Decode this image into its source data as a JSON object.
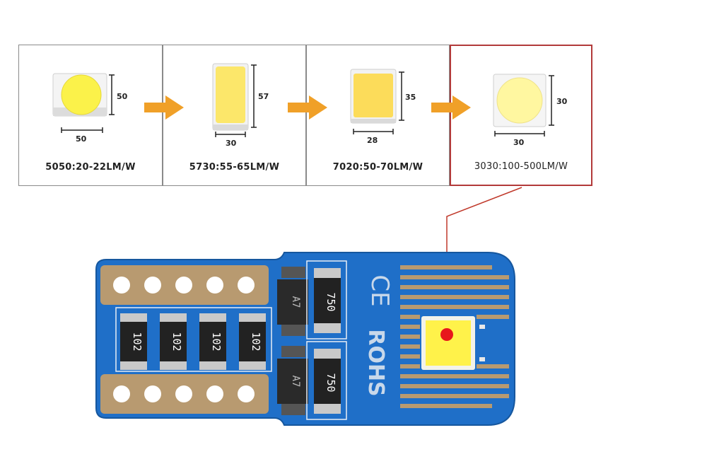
{
  "panels": [
    {
      "caption": "5050:20-22LM/W",
      "width_label": "50",
      "height_label": "50"
    },
    {
      "caption": "5730:55-65LM/W",
      "width_label": "30",
      "height_label": "57"
    },
    {
      "caption": "7020:50-70LM/W",
      "width_label": "28",
      "height_label": "35"
    },
    {
      "caption": "3030:100-500LM/W",
      "width_label": "30",
      "height_label": "30"
    }
  ],
  "colors": {
    "arrow": "#f0a028",
    "pcb_blue": "#1f6fc8",
    "pad_gold": "#b89a70",
    "highlight_red": "#c0392b",
    "led_yellow": "#fff24a"
  },
  "pcb": {
    "resistors": [
      "102",
      "102",
      "102",
      "102"
    ],
    "resistors_small": [
      "750",
      "750"
    ],
    "diodes": [
      "A7",
      "A7"
    ],
    "ce_mark": "CE",
    "rohs_mark": "ROHS"
  }
}
